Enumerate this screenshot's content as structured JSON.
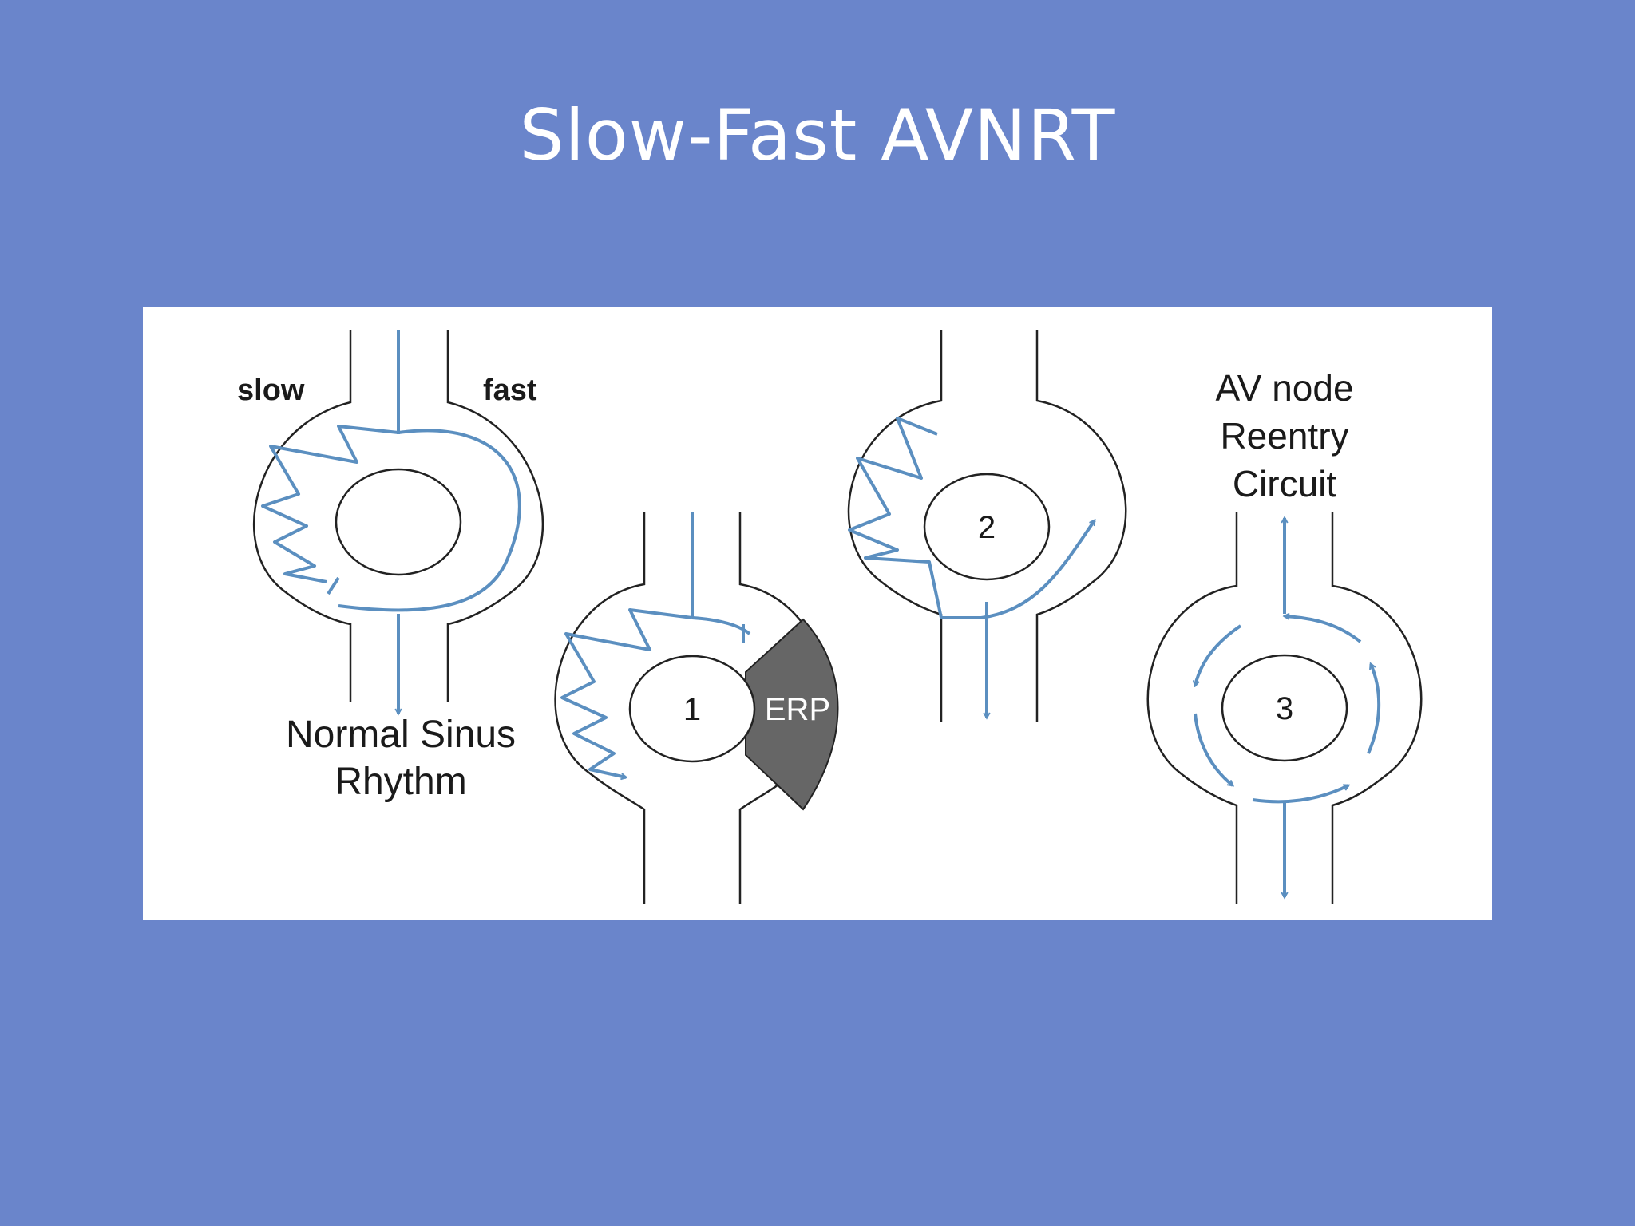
{
  "slide": {
    "title": "Slow-Fast AVNRT"
  },
  "diagram": {
    "panel_nsr": {
      "slow_label": "slow",
      "fast_label": "fast",
      "caption_line1": "Normal Sinus",
      "caption_line2": "Rhythm"
    },
    "panel_1": {
      "number": "1",
      "erp_label": "ERP"
    },
    "panel_2": {
      "number": "2"
    },
    "panel_3": {
      "number": "3",
      "caption_line1": "AV node",
      "caption_line2": "Reentry",
      "caption_line3": "Circuit"
    },
    "colors": {
      "pathway": "#5b8fc0",
      "outline": "#222222",
      "erp_fill": "#666666",
      "background": "#6a85cb"
    }
  }
}
